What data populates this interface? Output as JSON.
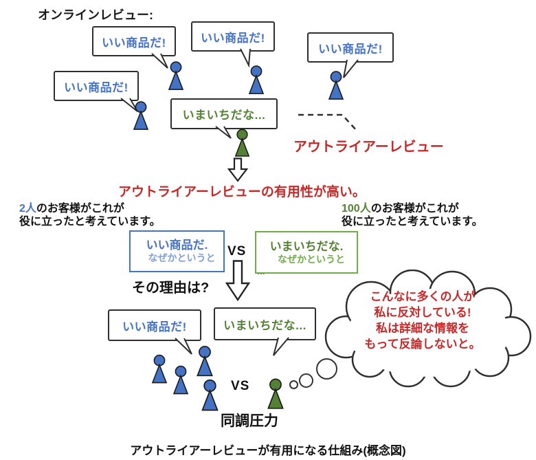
{
  "colors": {
    "person_blue": "#4472C4",
    "person_green": "#548235",
    "text_blue": "#4472C4",
    "text_blue_light": "#7E9FD8",
    "text_green": "#548235",
    "text_green_light": "#70AD47",
    "accent_red": "#C62828",
    "outline": "#2e2e2e"
  },
  "top": {
    "title": "オンラインレビュー:",
    "bubbles": [
      {
        "text": "いい商品だ!"
      },
      {
        "text": "いい商品だ!"
      },
      {
        "text": "いい商品だ!"
      },
      {
        "text": "いい商品だ!"
      },
      {
        "text": "いまいちだな..."
      }
    ],
    "outlier_label": "アウトライアーレビュー"
  },
  "middle": {
    "headline": "アウトライアーレビューの有用性が高い。",
    "left_note": {
      "count": "2人",
      "line1_rest": "のお客様がこれが",
      "line2": "役に立ったと考えています。"
    },
    "right_note": {
      "count": "100人",
      "line1_rest": "のお客様がこれが",
      "line2": "役に立ったと考えています。"
    },
    "blue_box": {
      "line1": "いい商品だ.",
      "line2": "なぜかというと"
    },
    "green_box": {
      "line1": "いまいちだな.",
      "line2": "なぜかというと",
      "overflow": "..."
    },
    "vs": "VS",
    "question": "その理由は?"
  },
  "bottom": {
    "left_bubble": "いい商品だ!",
    "right_bubble": "いまいちだな...",
    "vs": "VS",
    "cloud_lines": [
      "こんなに多くの人が",
      "私に反対している!",
      "私は詳細な情報を",
      "もって反論しないと。"
    ],
    "peer_pressure": "同調圧力"
  },
  "caption": "アウトライアーレビューが有用になる仕組み(概念図)"
}
